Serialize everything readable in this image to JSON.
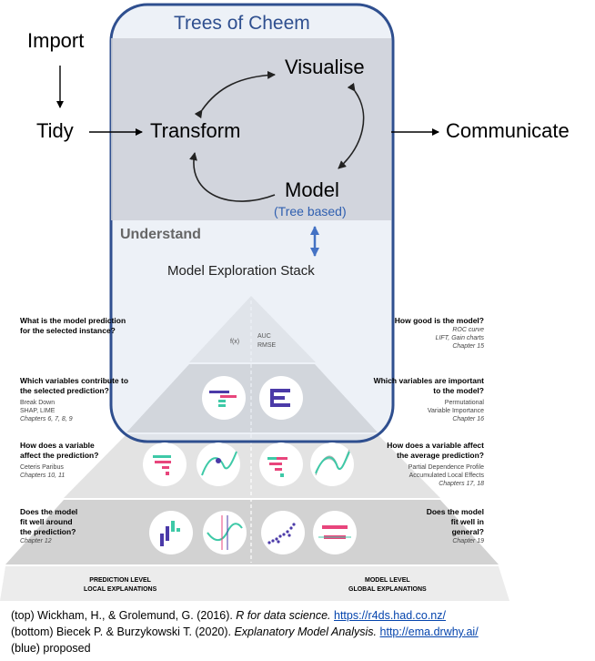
{
  "workflow": {
    "import": "Import",
    "tidy": "Tidy",
    "transform": "Transform",
    "visualise": "Visualise",
    "model": "Model",
    "model_note": "(Tree based)",
    "communicate": "Communicate",
    "understand": "Understand"
  },
  "cheem": {
    "title": "Trees of Cheem",
    "stack_label": "Model Exploration Stack"
  },
  "pyramid": {
    "apex_left": "f(x)",
    "apex_right_1": "AUC",
    "apex_right_2": "RMSE",
    "left": [
      {
        "q1": "What is the model prediction",
        "q2": "for the selected instance?",
        "s1": "",
        "s2": "",
        "s3": ""
      },
      {
        "q1": "Which variables contribute to",
        "q2": "the selected prediction?",
        "s1": "Break Down",
        "s2": "SHAP, LIME",
        "s3": "Chapters 6, 7, 8, 9"
      },
      {
        "q1": "How does a variable",
        "q2": "affect the prediction?",
        "s1": "Ceteris Paribus",
        "s2": "Chapters 10, 11",
        "s3": ""
      },
      {
        "q1": "Does the model",
        "q2": "fit well around",
        "q3": "the prediction?",
        "s1": "Chapter 12"
      }
    ],
    "right": [
      {
        "q1": "How good is the model?",
        "s1": "ROC curve",
        "s2": "LIFT, Gain charts",
        "s3": "Chapter 15"
      },
      {
        "q1": "Which variables are important",
        "q2": "to the model?",
        "s1": "Permutational",
        "s2": "Variable Importance",
        "s3": "Chapter 16"
      },
      {
        "q1": "How does a variable affect",
        "q2": "the average prediction?",
        "s1": "Partial Dependence Profile",
        "s2": "Accumulated Local Effects",
        "s3": "Chapters 17, 18"
      },
      {
        "q1": "Does the model",
        "q2": "fit well in",
        "q3": "general?",
        "s1": "Chapter 19"
      }
    ],
    "bottom_left_1": "PREDICTION LEVEL",
    "bottom_left_2": "LOCAL EXPLANATIONS",
    "bottom_right_1": "MODEL LEVEL",
    "bottom_right_2": "GLOBAL EXPLANATIONS"
  },
  "references": {
    "top_prefix": "(top) Wickham, H., & Grolemund, G. (2016). ",
    "top_title": "R for data science.",
    "top_link": "https://r4ds.had.co.nz/",
    "bottom_prefix": "(bottom) Biecek P. & Burzykowski T. (2020). ",
    "bottom_title": "Explanatory Model Analysis.",
    "bottom_link": "http://ema.drwhy.ai/",
    "blue_note": "(blue) proposed"
  },
  "colors": {
    "cheem_blue": "#2f4f8f",
    "cheem_fill": "#dfe6f1",
    "understand_box": "#d4d7de",
    "pyramid_gray": "#d9d9d9",
    "accent_pink": "#e8457c",
    "accent_teal": "#3ec9a7",
    "accent_purple": "#4b3aa8"
  }
}
